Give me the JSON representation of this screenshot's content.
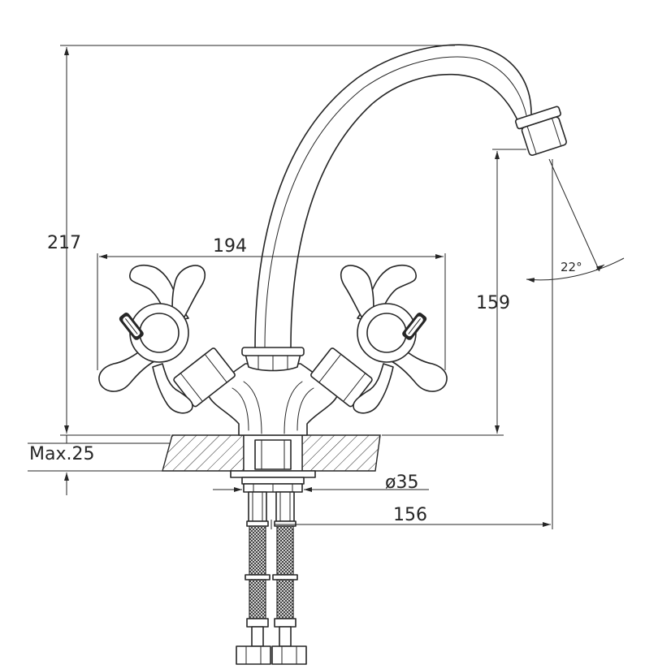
{
  "dimensions": {
    "total_height": "217",
    "handle_span": "194",
    "spout_clearance": "159",
    "counter_thickness": "Max.25",
    "mount_diameter": "ø35",
    "spout_reach": "156",
    "spout_angle": "22°"
  }
}
